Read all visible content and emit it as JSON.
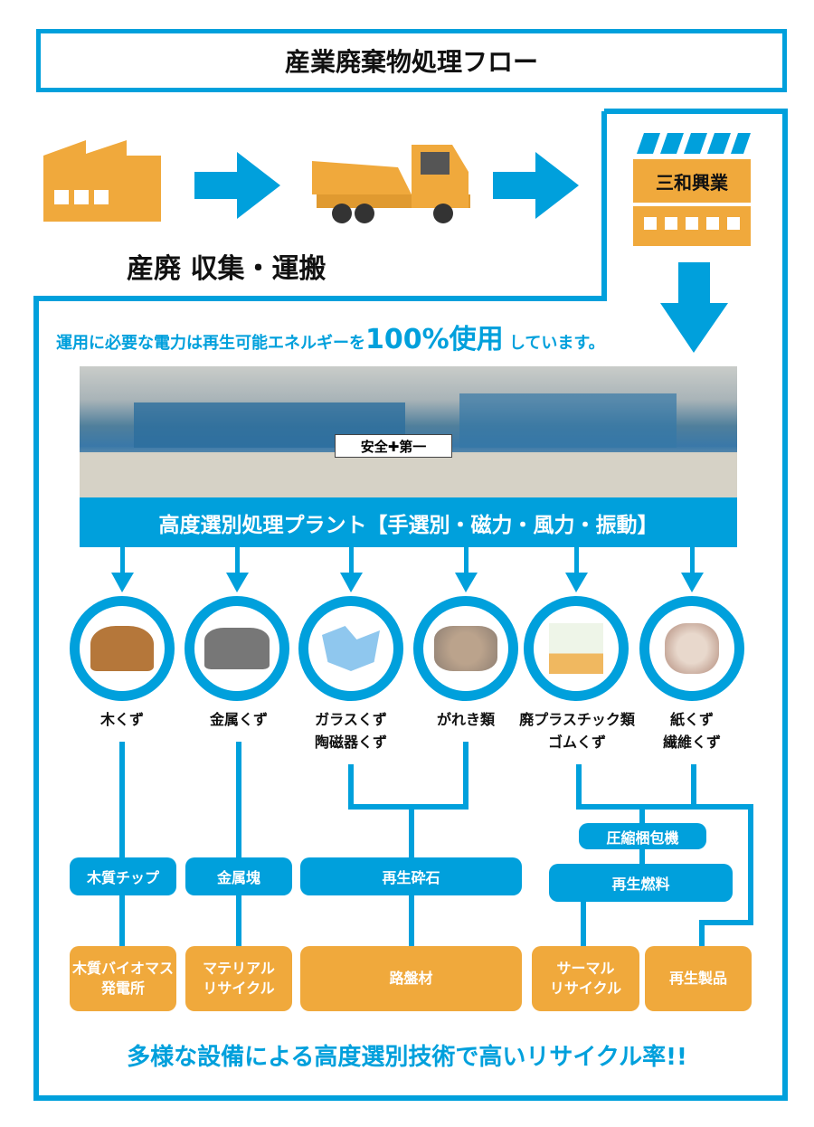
{
  "title": "産業廃棄物処理フロー",
  "collection_label": "産廃 収集・運搬",
  "company_name": "三和興業",
  "energy_note": {
    "prefix": "運用に必要な電力は再生可能エネルギーを",
    "highlight": "100%使用",
    "suffix": "しています。"
  },
  "plant": {
    "sign": "安全✚第一",
    "banner": "高度選別処理プラント【手選別・磁力・風力・振動】"
  },
  "materials": [
    {
      "label": "木くず",
      "icon": "wood-chips-icon"
    },
    {
      "label": "金属くず",
      "icon": "metal-scrap-icon"
    },
    {
      "label": "ガラスくず\n陶磁器くず",
      "line1": "ガラスくず",
      "line2": "陶磁器くず",
      "icon": "glass-shards-icon"
    },
    {
      "label": "がれき類",
      "icon": "rubble-icon"
    },
    {
      "label": "廃プラスチック類\nゴムくず",
      "line1": "廃プラスチック類",
      "line2": "ゴムくず",
      "icon": "plastic-waste-icon"
    },
    {
      "label": "紙くず\n繊維くず",
      "line1": "紙くず",
      "line2": "繊維くず",
      "icon": "paper-waste-icon"
    }
  ],
  "intermediate": {
    "wood_chip": "木質チップ",
    "metal_lump": "金属塊",
    "recycled_crushed_stone": "再生砕石",
    "baler": "圧縮梱包機",
    "recycled_fuel": "再生燃料"
  },
  "outputs": {
    "biomass": "木質バイオマス\n発電所",
    "material_recycle": "マテリアル\nリサイクル",
    "roadbed": "路盤材",
    "thermal_recycle": "サーマル\nリサイクル",
    "recycled_products": "再生製品"
  },
  "footer": "多様な設備による高度選別技術で高いリサイクル率!!",
  "colors": {
    "blue": "#00a0dc",
    "orange": "#f0a93c"
  }
}
